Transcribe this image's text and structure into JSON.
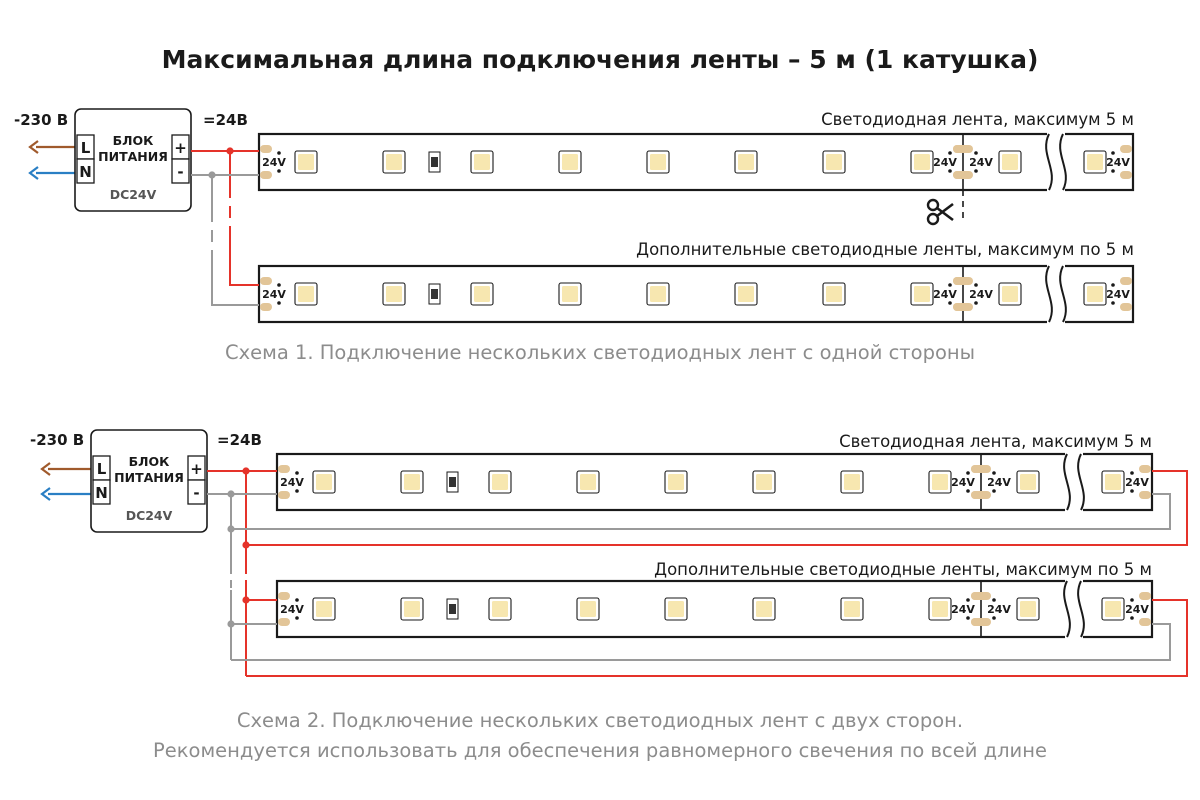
{
  "title": "Максимальная длина подключения ленты – 5 м (1 катушка)",
  "colors": {
    "phase": "#a05a2c",
    "neutral": "#2a7fc4",
    "positive": "#e5332a",
    "negative": "#9a9a9a",
    "led": "#f7e7b0",
    "pad": "#e2c598",
    "outline": "#1a1a1a",
    "caption": "#8c8c8c"
  },
  "icons": {
    "scissors": "scissors-icon"
  },
  "scheme1": {
    "input_voltage": "-230 В",
    "output_voltage": "=24В",
    "psu": {
      "line1": "БЛОК",
      "line2": "ПИТАНИЯ",
      "model": "DC24V",
      "terminal_l": "L",
      "terminal_n": "N",
      "terminal_plus": "+",
      "terminal_minus": "-"
    },
    "strip_main_label": "Светодиодная лента, максимум 5 м",
    "strip_extra_label": "Дополнительные светодиодные ленты, максимум по 5 м",
    "voltage_mark": "24V",
    "caption": "Схема 1. Подключение нескольких светодиодных лент с одной стороны"
  },
  "scheme2": {
    "input_voltage": "-230 В",
    "output_voltage": "=24В",
    "psu": {
      "line1": "БЛОК",
      "line2": "ПИТАНИЯ",
      "model": "DC24V",
      "terminal_l": "L",
      "terminal_n": "N",
      "terminal_plus": "+",
      "terminal_minus": "-"
    },
    "strip_main_label": "Светодиодная лента, максимум 5 м",
    "strip_extra_label": "Дополнительные светодиодные ленты, максимум по 5 м",
    "voltage_mark": "24V",
    "caption_line1": "Схема 2. Подключение нескольких светодиодных лент с двух сторон.",
    "caption_line2": "Рекомендуется использовать для обеспечения равномерного свечения по всей длине"
  }
}
